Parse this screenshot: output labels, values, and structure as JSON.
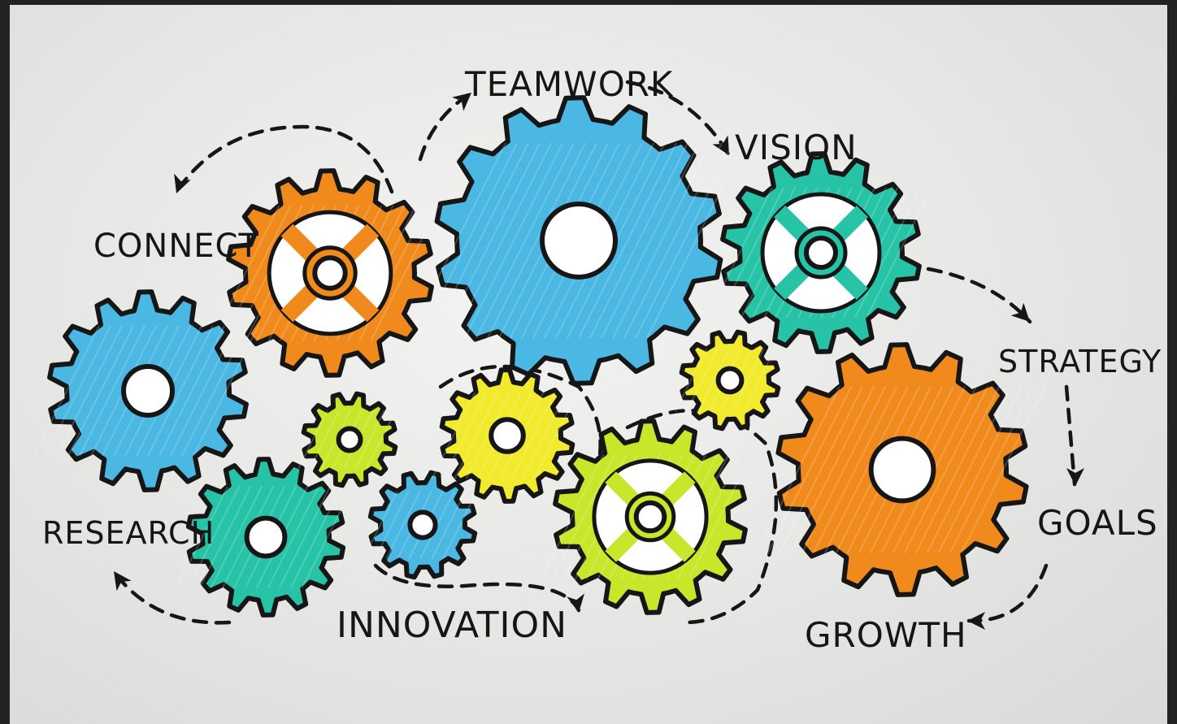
{
  "illustration": {
    "labels": {
      "teamwork": "TEAMWORK",
      "vision": "VISION",
      "connect": "CONNECT",
      "strategy": "STRATEGY",
      "research": "RESEARCH",
      "goals": "GOALS",
      "innovation": "INNOVATION",
      "growth": "GROWTH"
    },
    "colors": {
      "background": "#e8e8e6",
      "frame": "#222222",
      "outline": "#161616",
      "blue": "#4ab8e3",
      "orange": "#f08a1c",
      "teal": "#27c3a6",
      "yellow": "#f2ea2c",
      "lime": "#c8e62a"
    },
    "gears": [
      {
        "name": "teamwork-gear",
        "color": "blue",
        "teeth": 14
      },
      {
        "name": "vision-gear",
        "color": "teal",
        "teeth": 14,
        "spoked": true
      },
      {
        "name": "connect-gear",
        "color": "orange",
        "teeth": 14,
        "spoked": true
      },
      {
        "name": "left-blue-gear",
        "color": "blue",
        "teeth": 14
      },
      {
        "name": "research-gear",
        "color": "teal",
        "teeth": 14
      },
      {
        "name": "small-lime-gear",
        "color": "lime",
        "teeth": 12
      },
      {
        "name": "small-blue-gear",
        "color": "blue",
        "teeth": 12
      },
      {
        "name": "center-yellow-gear",
        "color": "yellow",
        "teeth": 14
      },
      {
        "name": "small-yellow-gear",
        "color": "yellow",
        "teeth": 12
      },
      {
        "name": "innovation-lime-gear",
        "color": "lime",
        "teeth": 14,
        "spoked": true
      },
      {
        "name": "growth-gear",
        "color": "orange",
        "teeth": 14
      }
    ]
  }
}
